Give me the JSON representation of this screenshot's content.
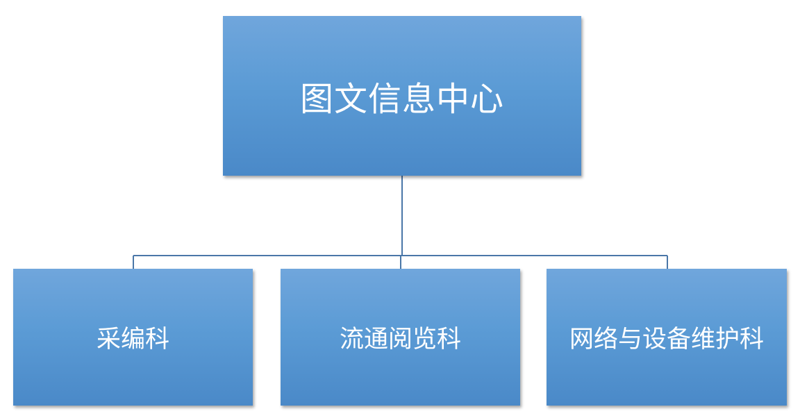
{
  "org_chart": {
    "root": {
      "label": "图文信息中心"
    },
    "children": [
      {
        "label": "采编科"
      },
      {
        "label": "流通阅览科"
      },
      {
        "label": "网络与设备维护科"
      }
    ]
  },
  "colors": {
    "box_fill_top": "#70a6dc",
    "box_fill_bottom": "#4a89c8",
    "connector": "#4a77a8",
    "text": "#ffffff"
  }
}
